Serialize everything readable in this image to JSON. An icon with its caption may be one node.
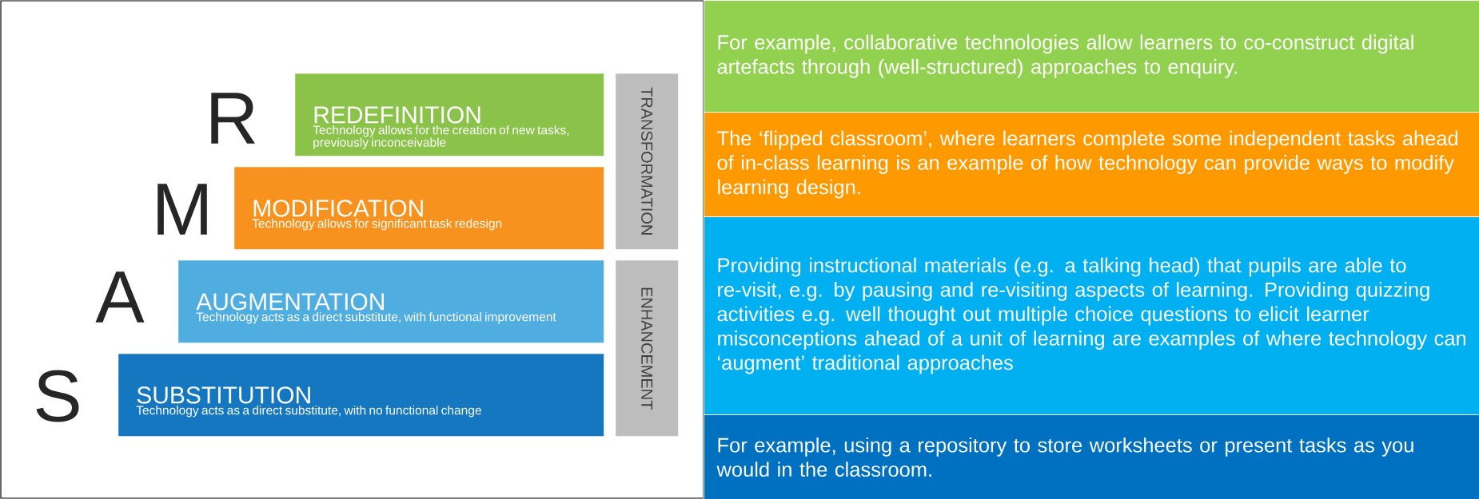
{
  "diagram": {
    "nodes": [
      {
        "text": [
          "REDEFINITION",
          "Technology allows for the creation of new tasks, previously inconceivable"
        ],
        "beside": [
          "R"
        ]
      },
      {
        "text": [
          "MODIFICATION",
          "Technology allows for significant task redesign"
        ],
        "beside": [
          "M"
        ]
      },
      {
        "text": [
          "AUGMENTATION",
          "Technology acts as a direct substitute, with functional improvement"
        ],
        "beside": [
          "A"
        ]
      },
      {
        "text": [
          "SUBSTITUTION",
          "Technology acts as a direct substitute, with no functional change"
        ],
        "beside": [
          "S"
        ]
      },
      {
        "text": [
          "TRANSFORMATION"
        ]
      },
      {
        "text": [
          "ENHANCEMENT"
        ]
      },
      {
        "text": [
          "For example, collaborative technologies allow learners to co-construct digital artefacts through (well-structured) approaches to enquiry."
        ]
      },
      {
        "text": [
          "The ‘flipped classroom’, where learners complete some independent tasks ahead of in-class learning is an example of how technology can provide ways to modify learning design."
        ]
      },
      {
        "text": [
          "Providing instructional materials (e.g. a talking head) that pupils are able to re-visit, e.g. by pausing and re-visiting aspects of learning. Providing quizzing activities e.g. well thought out multiple choice questions to elicit learner misconceptions ahead of a unit of learning are examples of where technology can ‘augment’ traditional approaches"
        ]
      },
      {
        "text": [
          "For example, using a repository to store worksheets or present tasks as you would in the classroom."
        ]
      }
    ]
  }
}
